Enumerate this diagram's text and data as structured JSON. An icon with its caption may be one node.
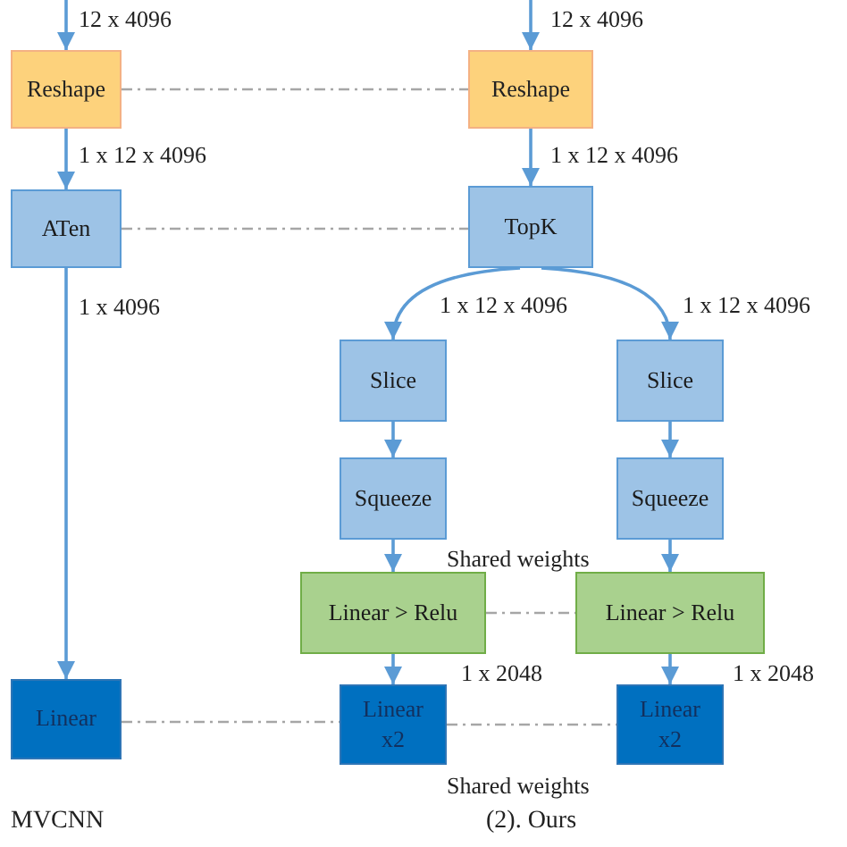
{
  "diagram": {
    "nodes": [
      {
        "text": [
          "Reshape"
        ]
      },
      {
        "text": [
          "ATen"
        ]
      },
      {
        "text": [
          "Linear"
        ]
      },
      {
        "text": [
          "Reshape"
        ]
      },
      {
        "text": [
          "TopK"
        ]
      },
      {
        "text": [
          "Slice"
        ]
      },
      {
        "text": [
          "Slice"
        ]
      },
      {
        "text": [
          "Squeeze"
        ]
      },
      {
        "text": [
          "Squeeze"
        ]
      },
      {
        "text": [
          "Linear > Relu"
        ]
      },
      {
        "text": [
          "Linear > Relu"
        ]
      },
      {
        "text": [
          "Linear x2"
        ]
      },
      {
        "text": [
          "Linear x2"
        ]
      }
    ],
    "edges": [
      {
        "from": null,
        "to": 0,
        "arrow": "to",
        "label": "12 x 4096"
      },
      {
        "from": 0,
        "to": 1,
        "arrow": "to",
        "label": "1 x 12 x 4096"
      },
      {
        "from": 1,
        "to": 2,
        "arrow": "to",
        "label": "1 x 4096"
      },
      {
        "from": null,
        "to": 3,
        "arrow": "to",
        "label": "12 x 4096"
      },
      {
        "from": 3,
        "to": 4,
        "arrow": "to",
        "label": "1 x 12 x 4096"
      },
      {
        "from": 4,
        "to": 5,
        "arrow": "to",
        "label": "1 x 12 x 4096"
      },
      {
        "from": 4,
        "to": 6,
        "arrow": "to",
        "label": "1 x 12 x 4096"
      },
      {
        "from": 5,
        "to": 7,
        "arrow": "to"
      },
      {
        "from": 6,
        "to": 8,
        "arrow": "to"
      },
      {
        "from": 7,
        "to": 9,
        "arrow": "to"
      },
      {
        "from": 8,
        "to": 10,
        "arrow": "to"
      },
      {
        "from": 9,
        "to": 11,
        "arrow": "to",
        "label": "1 x 2048"
      },
      {
        "from": 10,
        "to": 12,
        "arrow": "to",
        "label": "1 x 2048"
      },
      {
        "from": 0,
        "to": 3,
        "arrow": "none",
        "style": "dashed",
        "color": "#a6a6a6"
      },
      {
        "from": 1,
        "to": 4,
        "arrow": "none",
        "style": "dashed",
        "color": "#a6a6a6"
      },
      {
        "from": 2,
        "to": 11,
        "arrow": "none",
        "style": "dashed",
        "color": "#a6a6a6"
      },
      {
        "from": 9,
        "to": 10,
        "arrow": "none",
        "style": "dashed",
        "color": "#a6a6a6",
        "label": "Shared weights"
      },
      {
        "from": 11,
        "to": 12,
        "arrow": "none",
        "style": "dashed",
        "color": "#a6a6a6",
        "label": "Shared weights"
      }
    ],
    "labels": [
      "MVCNN",
      "(2). Ours"
    ]
  }
}
